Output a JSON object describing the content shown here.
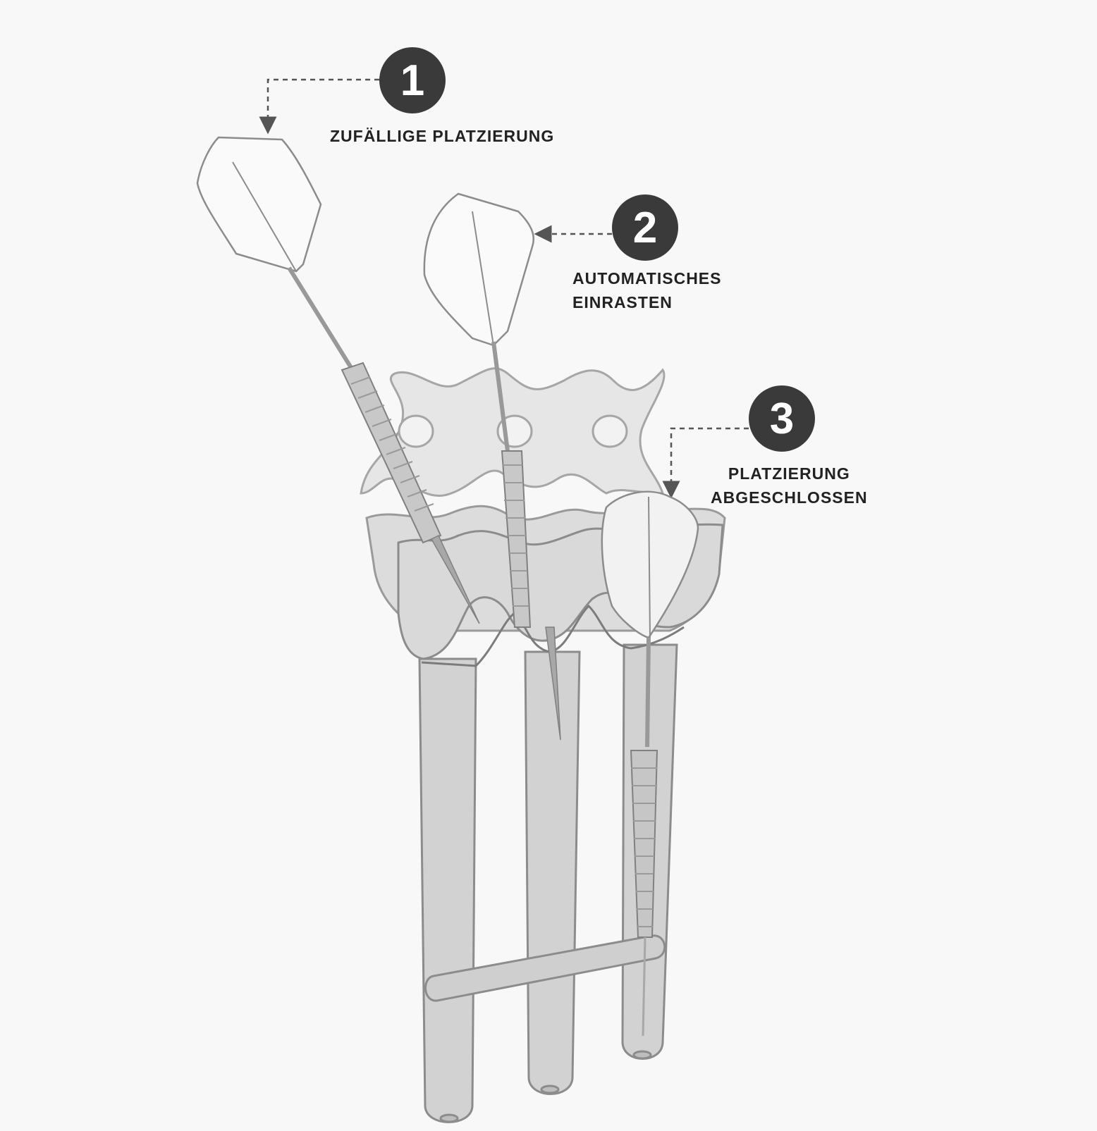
{
  "colors": {
    "background": "#f8f8f8",
    "badge": "#3a3a3a",
    "badge_text": "#ffffff",
    "label_text": "#222222",
    "line": "#555555",
    "holder_fill": "#d6d6d6",
    "holder_stroke": "#8c8c8c"
  },
  "steps": [
    {
      "number": "1",
      "lines": [
        "ZUFÄLLIGE PLATZIERUNG"
      ]
    },
    {
      "number": "2",
      "lines": [
        "AUTOMATISCHES",
        "EINRASTEN"
      ]
    },
    {
      "number": "3",
      "lines": [
        "PLATZIERUNG",
        "ABGESCHLOSSEN"
      ]
    }
  ]
}
